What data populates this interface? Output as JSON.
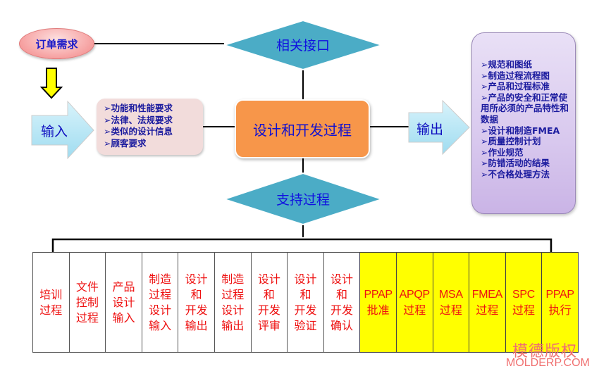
{
  "order_demand": {
    "label": "订单需求",
    "icon": "ellipse"
  },
  "interface": {
    "label": "相关接口",
    "shape": "diamond"
  },
  "core_process": {
    "label": "设计和开发过程"
  },
  "support": {
    "label": "支持过程",
    "shape": "diamond"
  },
  "input": {
    "arrow_label": "输入",
    "items": [
      "➢功能和性能要求",
      "➢法律、法规要求",
      "➢类似的设计信息",
      "➢顾客要求"
    ]
  },
  "output": {
    "arrow_label": "输出",
    "items": [
      "➢规范和图纸",
      "➢制造过程流程图",
      "➢产品和过程标准",
      "➢产品的安全和正常使用所必须的产品特性和数据",
      "➢设计和制造FMEA",
      "➢质量控制计划",
      "➢作业规范",
      "➢防错活动的结果",
      "➢不合格处理方法"
    ]
  },
  "support_items": [
    {
      "lines": [
        "培训",
        "过程"
      ],
      "highlight": false
    },
    {
      "lines": [
        "文件",
        "控制",
        "过程"
      ],
      "highlight": false
    },
    {
      "lines": [
        "产品",
        "设计",
        "输入"
      ],
      "highlight": false
    },
    {
      "lines": [
        "制造",
        "过程",
        "设计",
        "输入"
      ],
      "highlight": false
    },
    {
      "lines": [
        "设计",
        "和",
        "开发",
        "输出"
      ],
      "highlight": false
    },
    {
      "lines": [
        "制造",
        "过程",
        "设计",
        "输出"
      ],
      "highlight": false
    },
    {
      "lines": [
        "设计",
        "和",
        "开发",
        "评审"
      ],
      "highlight": false
    },
    {
      "lines": [
        "设计",
        "和",
        "开发",
        "验证"
      ],
      "highlight": false
    },
    {
      "lines": [
        "设计",
        "和",
        "开发",
        "确认"
      ],
      "highlight": false
    },
    {
      "lines": [
        "PPAP",
        "批准"
      ],
      "highlight": true
    },
    {
      "lines": [
        "APQP",
        "过程"
      ],
      "highlight": true
    },
    {
      "lines": [
        "MSA",
        "过程"
      ],
      "highlight": true
    },
    {
      "lines": [
        "FMEA",
        "过程"
      ],
      "highlight": true
    },
    {
      "lines": [
        "SPC",
        "过程"
      ],
      "highlight": true
    },
    {
      "lines": [
        "PPAP",
        "执行"
      ],
      "highlight": true
    }
  ],
  "watermark": {
    "cn": "模德版权",
    "en": "MOLDERP.COM"
  },
  "colors": {
    "diamond": "#4bacc6",
    "core": "#f7964a",
    "highlight": "#ffff00",
    "item_text": "#ee1111",
    "label_text": "#1010e0"
  }
}
